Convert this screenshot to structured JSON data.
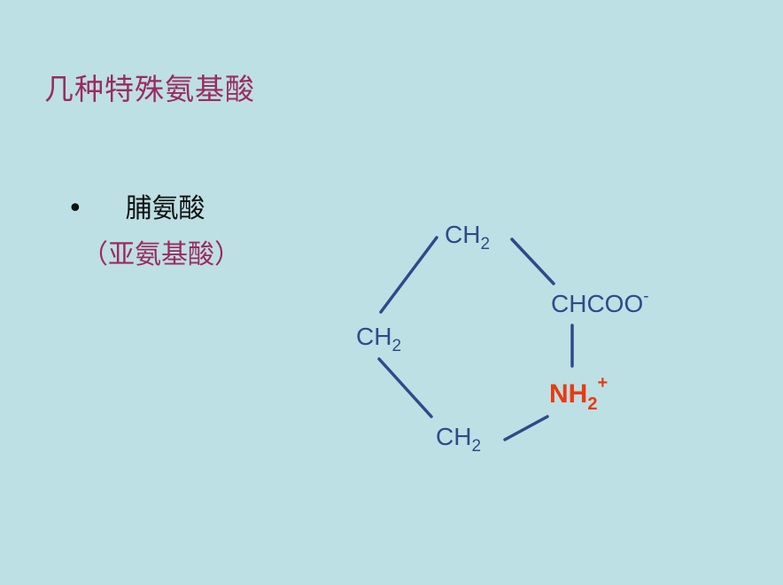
{
  "title": "几种特殊氨基酸",
  "bullet": {
    "symbol": "•",
    "text": "脯氨酸"
  },
  "subtitle": "（亚氨基酸）",
  "structure": {
    "top_group": {
      "main": "CH",
      "sub": "2"
    },
    "left_group": {
      "main": "CH",
      "sub": "2"
    },
    "bottom_group": {
      "main": "CH",
      "sub": "2"
    },
    "carboxyl_group": {
      "main": "CHCOO",
      "sup": "-"
    },
    "amine_group": {
      "main": "NH",
      "sub": "2",
      "sup": "+"
    }
  },
  "colors": {
    "background": "#bde0e4",
    "title": "#9a2b62",
    "bond": "#2f4a8a",
    "amine": "#ea3a10"
  }
}
